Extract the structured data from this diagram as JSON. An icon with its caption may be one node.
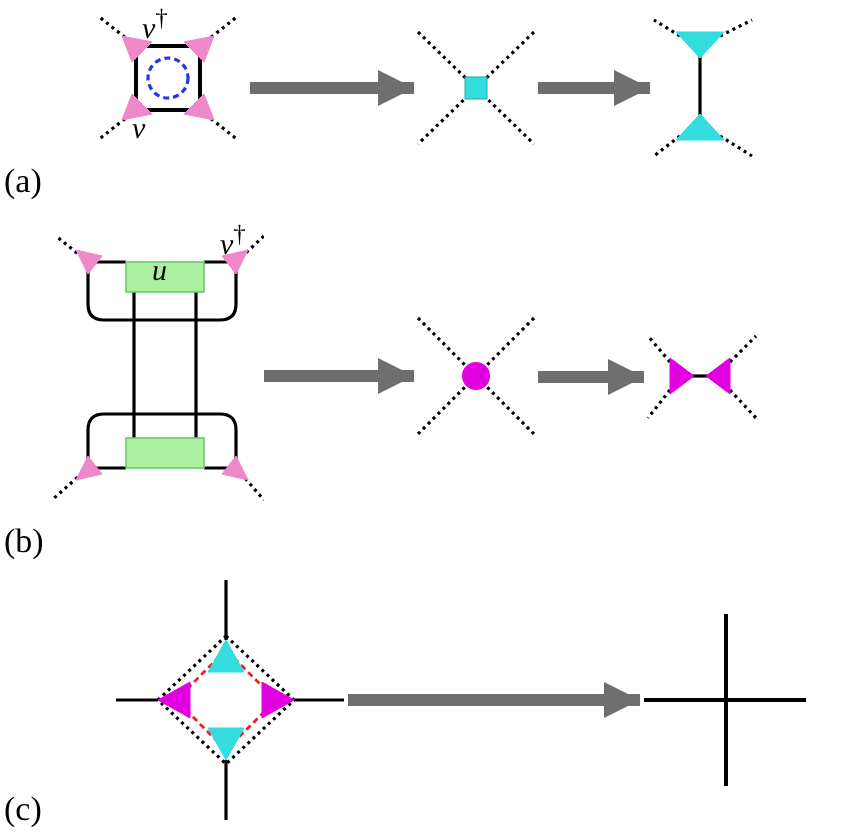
{
  "diagram": {
    "nodes": [
      {
        "text": [
          "*v*$^{†}$",
          "*v*"
        ]
      },
      {
        "text": [],
        "shape": "box"
      },
      {
        "text": [],
        "shape": "picture"
      },
      {
        "text": [
          "*u*",
          "*v*$^{†}$"
        ]
      },
      {
        "text": [],
        "shape": "circle"
      },
      {
        "text": [],
        "shape": "picture"
      },
      {
        "text": [],
        "shape": "picture"
      },
      {
        "text": [],
        "shape": "picture"
      }
    ],
    "edges": [
      {
        "from": 0,
        "to": 1,
        "arrow": "to"
      },
      {
        "from": 1,
        "to": 2,
        "arrow": "to"
      },
      {
        "from": 3,
        "to": 4,
        "arrow": "to"
      },
      {
        "from": 4,
        "to": 5,
        "arrow": "to"
      },
      {
        "from": 6,
        "to": 7,
        "arrow": "to"
      }
    ],
    "labels": [
      "(a)",
      "(b)",
      "(c)"
    ]
  }
}
